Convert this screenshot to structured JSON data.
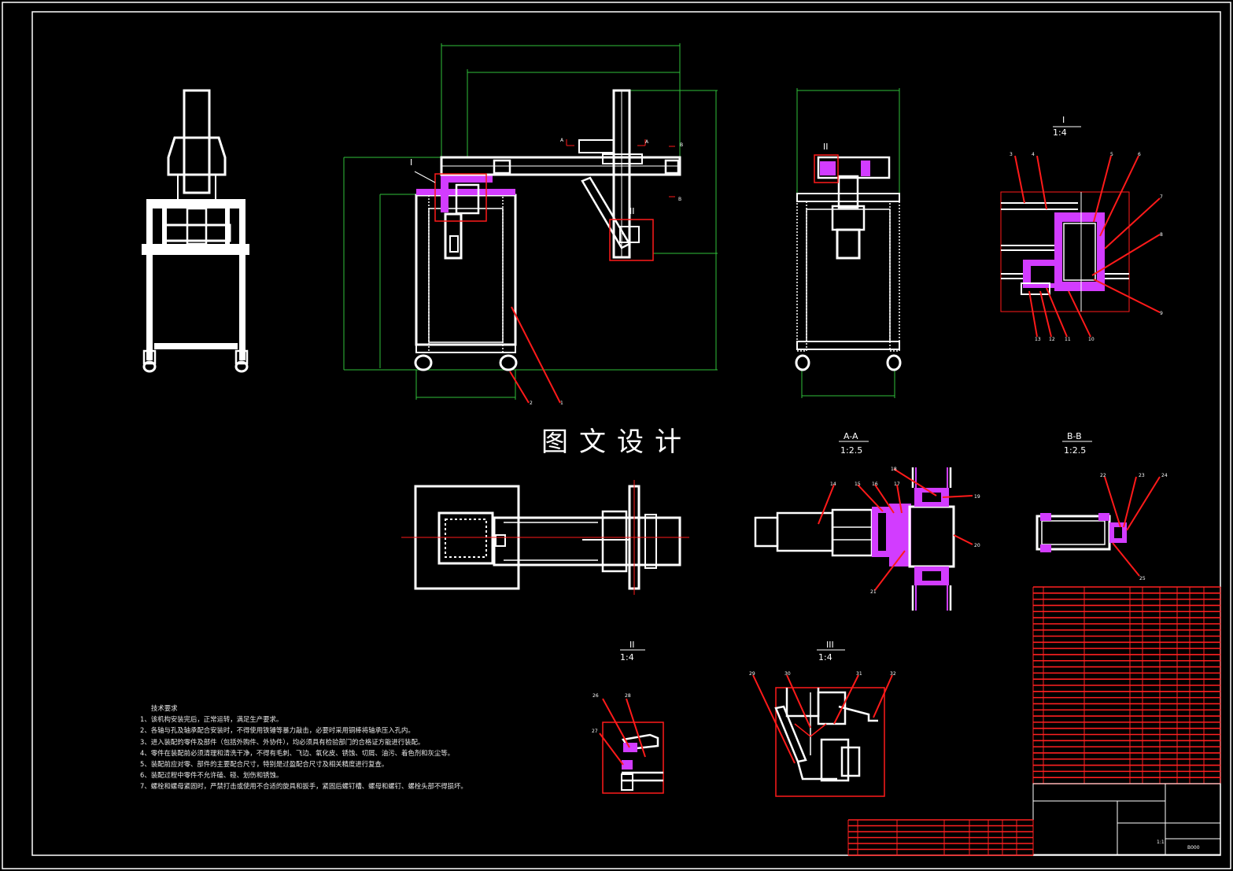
{
  "sheet": {
    "title": "图文设计",
    "colors": {
      "background": "#000000",
      "outline": "#ffffff",
      "dimension": "#2fbf3a",
      "leader": "#ff1a1a",
      "section": "#d23cff"
    }
  },
  "views": {
    "detail_I": {
      "title": "I",
      "scale": "1:4"
    },
    "section_AA": {
      "title": "A-A",
      "scale": "1:2.5"
    },
    "section_BB": {
      "title": "B-B",
      "scale": "1:2.5"
    },
    "detail_II": {
      "title": "II",
      "scale": "1:4"
    },
    "detail_III": {
      "title": "III",
      "scale": "1:4"
    },
    "front_markers": {
      "detail_I": "I",
      "detail_II": "II",
      "section_A": "A",
      "section_B": "B"
    },
    "side_marker": "II"
  },
  "balloons": {
    "front": [
      "2",
      "1"
    ],
    "detail_I": [
      "3",
      "4",
      "5",
      "6",
      "7",
      "8",
      "9",
      "10",
      "11",
      "12",
      "13"
    ],
    "section_AA": [
      "14",
      "15",
      "16",
      "17",
      "18",
      "19",
      "20",
      "21"
    ],
    "section_BB": [
      "22",
      "23",
      "24",
      "25"
    ],
    "detail_II": [
      "26",
      "27",
      "28"
    ],
    "detail_III": [
      "29",
      "30",
      "31",
      "32"
    ]
  },
  "tech_requirements": {
    "title": "技术要求",
    "items": [
      "1、该机构安装完后，正常运转，满足生产要求。",
      "2、各轴与孔及轴承配合安装时，不得使用铁锤等暴力敲击，必要时采用铜棒将轴承压入孔内。",
      "3、进入装配的零件及部件（包括外购件、外协件），均必须具有检验部门的合格证方能进行装配。",
      "4、零件在装配前必须清理和清洗干净，不得有毛刺、飞边、氧化皮、锈蚀、切屑、油污、着色剂和灰尘等。",
      "5、装配前应对零、部件的主要配合尺寸，特别是过盈配合尺寸及相关精度进行复查。",
      "6、装配过程中零件不允许磕、碰、划伤和锈蚀。",
      "7、螺栓和螺母紧固时，严禁打击或使用不合适的旋具和扳手，紧固后螺钉槽、螺母和螺钉、螺栓头部不得损坏。"
    ]
  },
  "title_block": {
    "drawing_no": "B000",
    "scale": "1:1"
  }
}
